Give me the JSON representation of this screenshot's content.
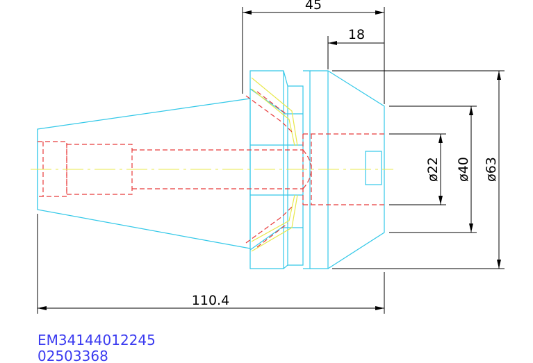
{
  "dimensions": {
    "d45": "45",
    "d18": "18",
    "d110": "110.4",
    "dia22": "ø22",
    "dia40": "ø40",
    "dia63": "ø63"
  },
  "part_numbers": {
    "line1": "EM34144012245",
    "line2": "02503368"
  },
  "colors": {
    "outline": "#33c8e8",
    "hidden": "#e83a3a",
    "centerline": "#e8e84a",
    "dimension": "#000000",
    "part_text": "#3a3af0"
  }
}
